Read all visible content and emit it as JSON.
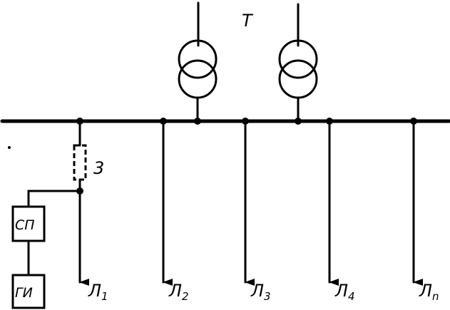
{
  "labels": {
    "transformer": "T",
    "fuse": "3",
    "sp_block": "СП",
    "gi_block": "ГИ",
    "line_letter": "Л"
  },
  "lines": [
    {
      "sub": "1"
    },
    {
      "sub": "2"
    },
    {
      "sub": "3"
    },
    {
      "sub": "4"
    },
    {
      "sub": "n"
    }
  ]
}
